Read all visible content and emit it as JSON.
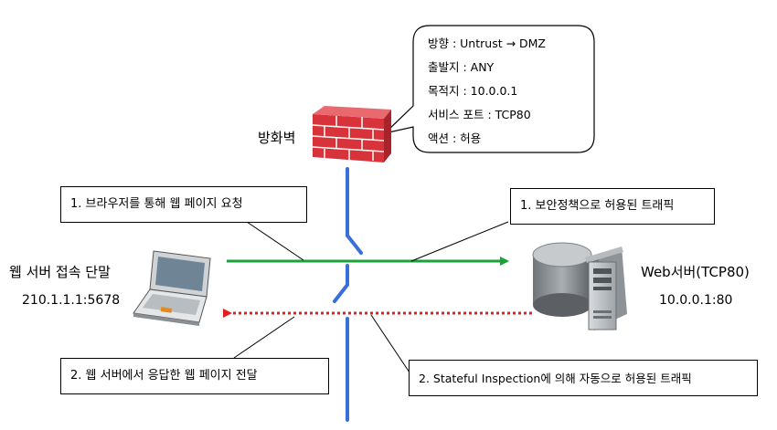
{
  "firewall": {
    "label": "방화벽",
    "icon": "brick-firewall-icon"
  },
  "policy": {
    "lines": [
      "방향 : Untrust → DMZ",
      "출발지 : ANY",
      "목적지 : 10.0.0.1",
      "서비스 포트 : TCP80",
      "액션 : 허용"
    ]
  },
  "client": {
    "title": "웹 서버 접속 단말",
    "address": "210.1.1.1:5678",
    "icon": "laptop-icon"
  },
  "server": {
    "title": "Web서버(TCP80)",
    "address": "10.0.0.1:80",
    "icon": "server-icon"
  },
  "captions": {
    "request": "1. 브라우저를 통해 웹 페이지 요청",
    "allowed": "1. 보안정책으로 허용된 트래픽",
    "response": "2. 웹 서버에서 응답한 웹 페이지 전달",
    "stateful": "2. Stateful Inspection에 의해 자동으로 허용된 트래픽"
  },
  "colors": {
    "request_arrow": "#1aa33a",
    "response_arrow": "#e02020",
    "firewall_line": "#3a6fd8",
    "brick": "#d8323a"
  }
}
